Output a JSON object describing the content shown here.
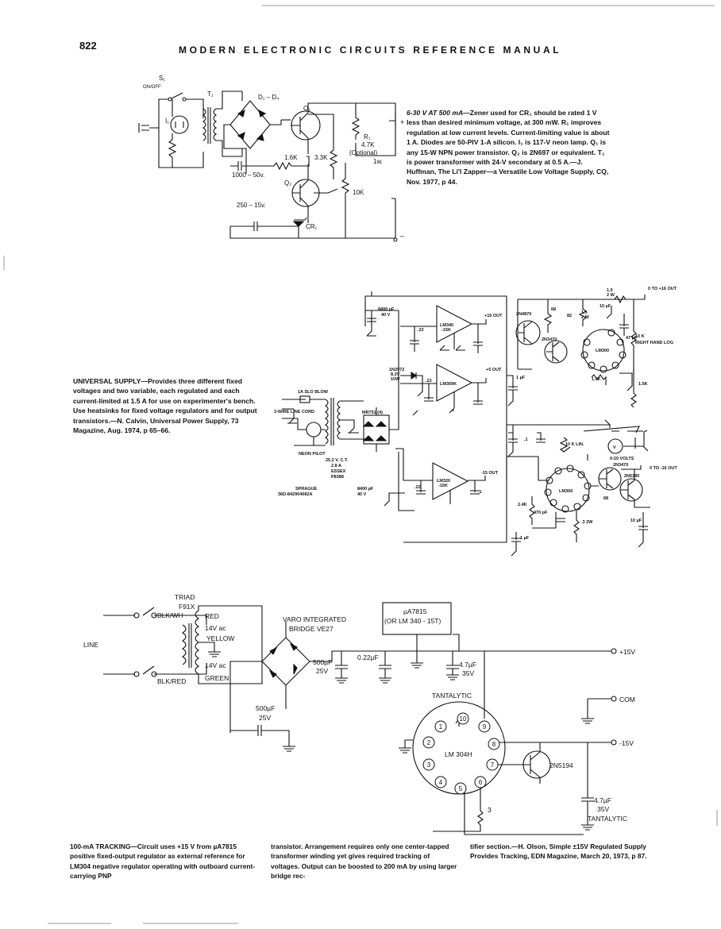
{
  "page": {
    "number": "822",
    "running_head": "MODERN ELECTRONIC CIRCUITS REFERENCE MANUAL"
  },
  "fig1": {
    "caption_title": "6-30 V AT 500 mA",
    "caption_body": "—Zener used for CR₁ should be rated 1 V less than desired minimum voltage, at 300 mW. R₁ improves regulation at low current levels. Current-limiting value is about 1 A. Diodes are 50-PIV 1-A silicon. I₁ is 117-V neon lamp. Q₁ is any 15-W NPN power transistor. Q₂ is 2N697 or equivalent. T₁ is power transformer with 24-V secondary at 0.5 A.—J. Huffman, The Li'l Zapper—a Versatile Low Voltage Supply, CQ, Nov. 1977, p 44.",
    "labels": {
      "s1": "S₁",
      "onoff": "ON/OFF",
      "t1": "T₁",
      "i1": "I₁",
      "d1d4": "D₁ – D₄",
      "q1": "Q₁",
      "q2": "Q₂",
      "r1": "R₁",
      "r1val": "4.7K",
      "r1opt": "(Optional)",
      "r1w": "1w.",
      "r16k": "1.6K",
      "r33k": "3.3K",
      "r10k": "10K",
      "c1000": "1000 – 50v.",
      "c250": "250 – 15v.",
      "cr1": "CR₁",
      "plus": "+",
      "minus": "–"
    }
  },
  "fig2": {
    "caption_title": "UNIVERSAL SUPPLY",
    "caption_body": "—Provides three different fixed voltages and two variable, each regulated and each current-limited at 1.5 A for use on experimenter's bench. Use heatsinks for fixed voltage regulators and for output transistors.—N. Calvin, Universal Power Supply, 73 Magazine, Aug. 1974, p 65–66.",
    "labels": {
      "fuse": "1A SLO BLOW",
      "cord": "3-WIRE LINE CORD",
      "neon": "NEON PILOT",
      "xfmr1": "25.2 V. C.T.",
      "xfmr2": "2.8 A",
      "xfmr3": "ESSEX",
      "xfmr4": "P8388",
      "sprague": "SPRAGUE",
      "sprague_no": "36D-842904082A",
      "cap8400a": "8400 µF",
      "cap40a": "40 V",
      "cap8400b": "8400 µF",
      "cap40b": "40 V",
      "mr751": "MR751 (4)",
      "lm340": "LM340",
      "lm340b": "-15K",
      "lm309": "LM309K",
      "lm320": "LM320",
      "lm320b": "-15K",
      "in2972": "1N2972",
      "in2972v": "8.2V",
      "in2972w": "10W",
      "out15": "+15 OUT",
      "out5": "+5 OUT",
      "outm15": "-15 OUT",
      "c22a": ".22",
      "c22b": ".22",
      "c22c": ".22",
      "c1a": ".1",
      "c1b": ".1",
      "c1uf": "1 µF",
      "c1uf2": "1 µF",
      "c10uf": "10 µF",
      "c10uf2": "10 µF",
      "c47pf": "47 pF",
      "c470pf": "470 pF",
      "tr2n4870": "2N4870",
      "tr2n3470": "2N3470",
      "tr2n3470b": "2N3470",
      "tr2n5190": "2N5190",
      "lm300": "LM300",
      "lm304": "LM304",
      "r15": "1.5",
      "r15b": "1.5",
      "r2w": "2 W",
      "r2wb": "2 W",
      "r68": "68",
      "r68b": "68",
      "r82": "82",
      "r13k": "1.3K",
      "r15k": "1.5K",
      "r24k": "2.4K",
      "r32w": ".3 2W",
      "r10k": "10 K",
      "r10kr": "RIGHT HAND LOG",
      "r10klin": "10 K LIN.",
      "vmeter": "V",
      "vmeter2": "0-20 VOLTS",
      "out0_16": "0 TO +16 OUT",
      "out0_m16": "0 TO -16 OUT"
    }
  },
  "fig3": {
    "caption_col1": "100-mA TRACKING—Circuit uses +15 V from µA7815 positive fixed-output regulator as external reference for LM304 negative regulator operating with outboard current-carrying PNP",
    "caption_col2": "transistor. Arrangement requires only one center-tapped transformer winding yet gives required tracking of voltages. Output can be boosted to 200 mA by using larger bridge rec-",
    "caption_col3": "tifier section.—H. Olson, Simple ±15V Regulated Supply Provides Tracking, EDN Magazine, March 20, 1973, p 87.",
    "labels": {
      "triad": "TRIAD",
      "f91x": "F91X",
      "blkwh": "BLK/WH",
      "blkred": "BLK/RED",
      "line": "LINE",
      "red": "RED",
      "v14a": "14V ac",
      "yellow": "YELLOW",
      "v14b": "14V ac",
      "green": "GREEN",
      "varo1": "VARO INTEGRATED",
      "varo2": "BRIDGE VE27",
      "reg1": "µA7815",
      "reg2": "(OR LM 340 - 15T)",
      "c500a": "500µF",
      "c25a": "25V",
      "c022": "0.22µF",
      "c47a": "4.7µF",
      "c35a": "35V",
      "tant1": "TANTALYTIC",
      "p15": "+15V",
      "com": "COM",
      "m15": "-15V",
      "c500b": "500µF",
      "c25b": "25V",
      "lm304h": "LM 304H",
      "pin1": "1",
      "pin2": "2",
      "pin3": "3",
      "pin4": "4",
      "pin5": "5",
      "pin6": "6",
      "pin7": "7",
      "pin8": "8",
      "pin9": "9",
      "pin10": "10",
      "q2n5194": "2N5194",
      "r3": "3",
      "c47b": "4.7µF",
      "c35b": "35V",
      "tant2": "TANTALYTIC"
    }
  }
}
